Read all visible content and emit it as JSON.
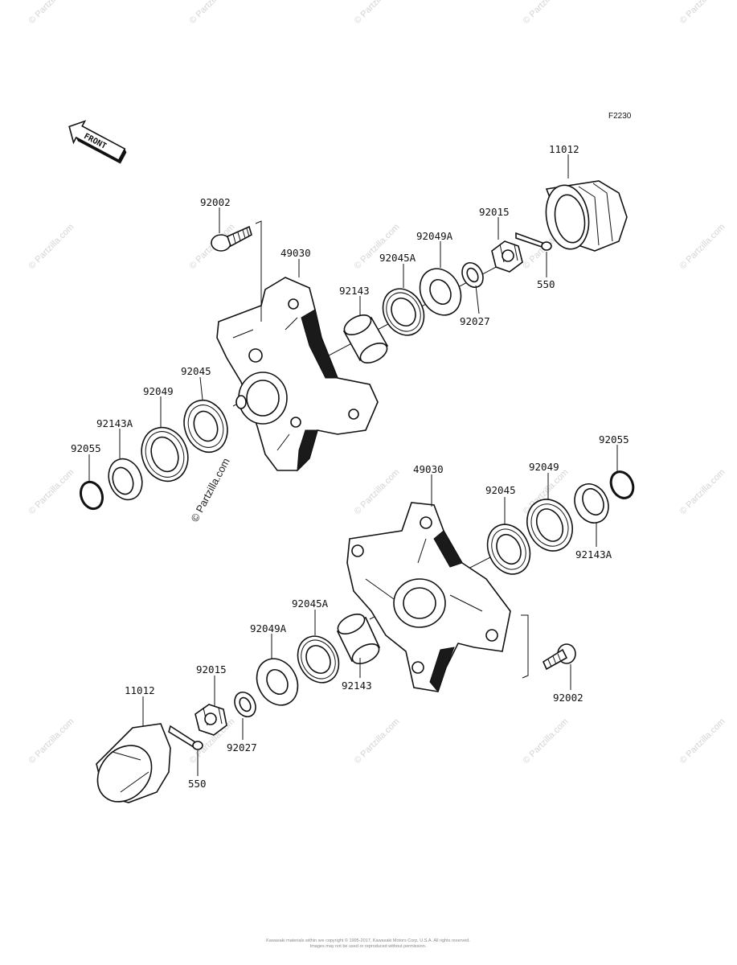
{
  "diagram": {
    "figure_code": "F2230",
    "front_label": "FRONT",
    "labels": {
      "top_cap": "11012",
      "top_bolt": "92002",
      "top_hub": "49030",
      "top_nut": "92015",
      "top_cotter": "550",
      "top_seal_a": "92049A",
      "top_bearing_a": "92045A",
      "top_collar": "92143",
      "top_washer": "92027",
      "top_bearing": "92045",
      "top_seal": "92049",
      "top_collar_a": "92143A",
      "top_oring": "92055",
      "bot_hub": "49030",
      "bot_oring": "92055",
      "bot_seal": "92049",
      "bot_bearing": "92045",
      "bot_collar_a": "92143A",
      "bot_bearing_a": "92045A",
      "bot_seal_a": "92049A",
      "bot_collar": "92143",
      "bot_nut": "92015",
      "bot_cap": "11012",
      "bot_washer": "92027",
      "bot_cotter": "550",
      "bot_bolt": "92002"
    },
    "watermark": "© Partzilla.com",
    "footer_line1": "Kawasaki materials within are copyright © 1995-2017, Kawasaki Motors Corp, U.S.A. All rights reserved.",
    "footer_line2": "Images may not be used or reproduced without permission."
  }
}
